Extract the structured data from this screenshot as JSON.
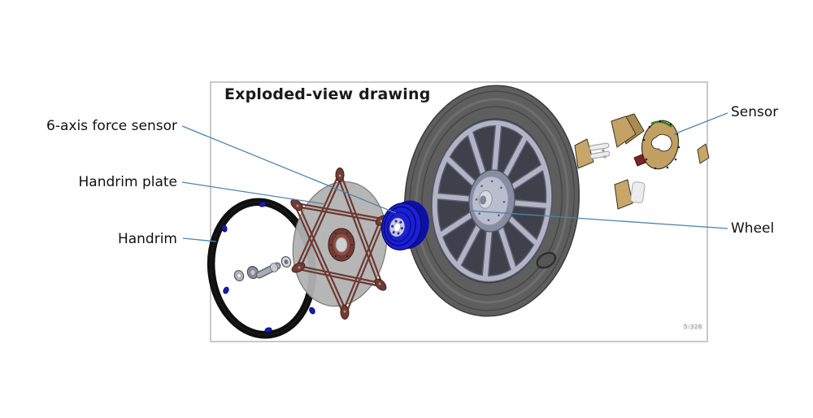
{
  "title": "Exploded-view drawing",
  "figure": {
    "caption_small": "5-326",
    "parts": [
      "Handrim",
      "Handrim plate",
      "6-axis force sensor",
      "Wheel",
      "Sensor"
    ]
  },
  "labels": {
    "left": [
      {
        "text": "6-axis force sensor"
      },
      {
        "text": "Handrim plate"
      },
      {
        "text": "Handrim"
      }
    ],
    "right": [
      {
        "text": "Sensor"
      },
      {
        "text": "Wheel"
      }
    ]
  },
  "colors": {
    "leader_line": "#4b86ad",
    "frame_border": "#c9c9cc",
    "tire_gray": "#5e5e5e",
    "rim_silver": "#b0b4c6",
    "force_sensor_blue": "#1b1fd9",
    "handrim_black": "#0f0f0f",
    "plate_gray": "#b2b2b2",
    "plate_spoke_maroon": "#6c3a33",
    "sensor_tan": "#c4a164",
    "accent_green": "#2f7d33",
    "accent_red": "#7b2626"
  }
}
